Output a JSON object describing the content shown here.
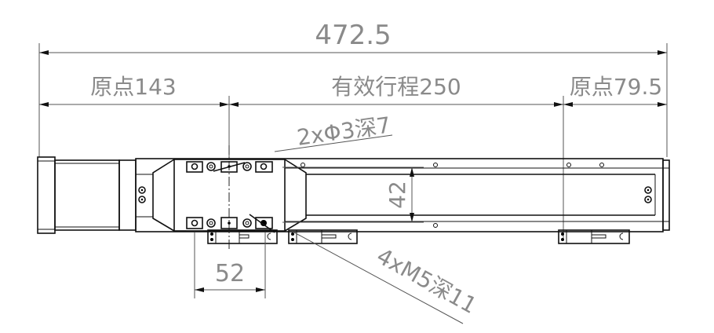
{
  "dimensions": {
    "overall_length": "472.5",
    "origin_left": "原点143",
    "effective_stroke": "有效行程250",
    "origin_right": "原点79.5",
    "pin_holes": "2xΦ3深7",
    "hole_spacing_height": "42",
    "hole_spacing_width": "52",
    "tapped_holes": "4xM5深11"
  },
  "colors": {
    "annotation": "#8a8a8a",
    "outline": "#111111"
  }
}
